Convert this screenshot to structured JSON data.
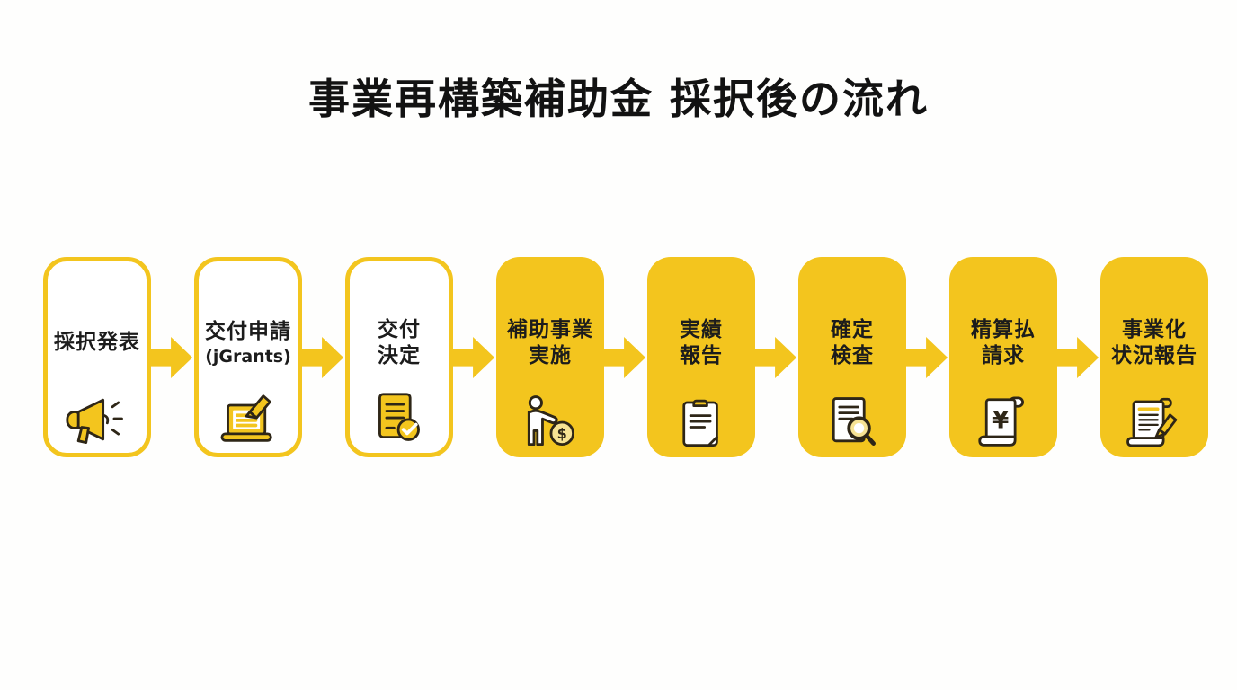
{
  "title": "事業再構築補助金 採択後の流れ",
  "colors": {
    "accent_yellow": "#F3C51E",
    "icon_outline_dark": "#2E2617",
    "pale_yellow": "#F7E394",
    "text_black": "#1C1C1C",
    "background": "#FEFEFD"
  },
  "steps": [
    {
      "line1": "採択発表",
      "line2": "",
      "style": "outline",
      "icon": "megaphone-icon"
    },
    {
      "line1": "交付申請",
      "line2": "(jGrants)",
      "style": "outline",
      "icon": "laptop-pencil-icon"
    },
    {
      "line1": "交付",
      "line2": "決定",
      "style": "outline",
      "icon": "document-check-icon"
    },
    {
      "line1": "補助事業",
      "line2": "実施",
      "style": "filled",
      "icon": "person-coin-icon"
    },
    {
      "line1": "実績",
      "line2": "報告",
      "style": "filled",
      "icon": "clipboard-icon"
    },
    {
      "line1": "確定",
      "line2": "検査",
      "style": "filled",
      "icon": "document-magnifier-icon"
    },
    {
      "line1": "精算払",
      "line2": "請求",
      "style": "filled",
      "icon": "scroll-yen-icon"
    },
    {
      "line1": "事業化",
      "line2": "状況報告",
      "style": "filled",
      "icon": "document-pencil-icon"
    }
  ],
  "icon_symbols": {
    "coin_currency": "$",
    "scroll_currency": "¥"
  }
}
